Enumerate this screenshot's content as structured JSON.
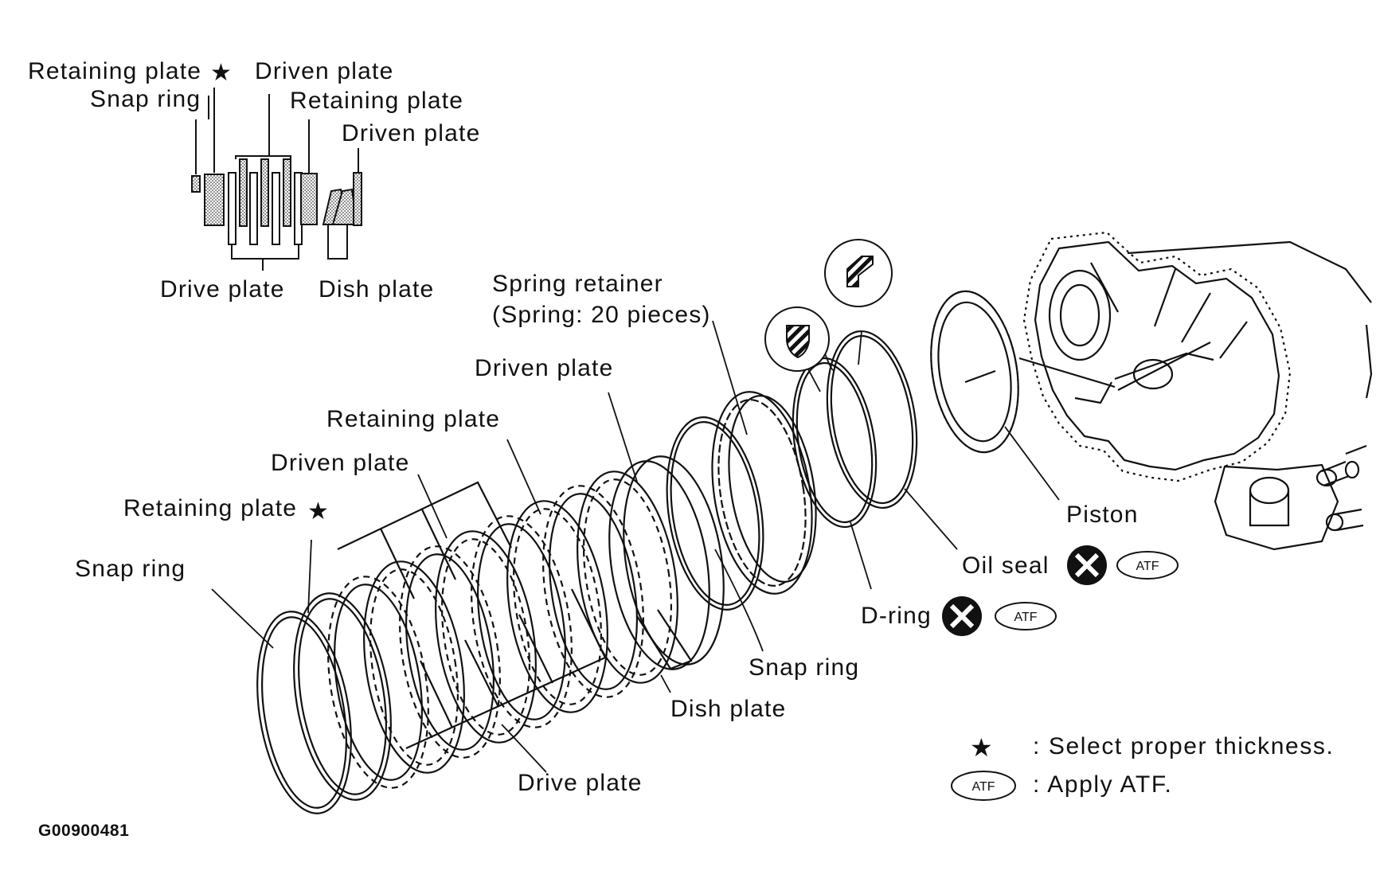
{
  "inset": {
    "labels": {
      "retaining_plate_top": "Retaining plate",
      "driven_plate_top": "Driven plate",
      "snap_ring": "Snap ring",
      "retaining_plate_right": "Retaining plate",
      "driven_plate_right": "Driven plate",
      "drive_plate": "Drive plate",
      "dish_plate": "Dish plate"
    }
  },
  "main": {
    "labels": {
      "spring_retainer_1": "Spring retainer",
      "spring_retainer_2": "(Spring: 20 pieces)",
      "driven_plate_a": "Driven plate",
      "retaining_plate_a": "Retaining plate",
      "driven_plate_b": "Driven plate",
      "retaining_plate_b": "Retaining plate",
      "snap_ring_left": "Snap ring",
      "piston": "Piston",
      "oil_seal": "Oil seal",
      "d_ring": "D-ring",
      "snap_ring_mid": "Snap ring",
      "dish_plate": "Dish plate",
      "drive_plate": "Drive plate"
    },
    "atf_badge": "ATF"
  },
  "legend": {
    "star_text": ": Select proper thickness.",
    "atf_text": ": Apply ATF.",
    "atf_badge": "ATF"
  },
  "figure_code": "G00900481",
  "icons": [
    "star-icon",
    "do-not-reuse-icon",
    "atf-icon",
    "apply-petroleum-jelly-icon",
    "apply-sealant-icon"
  ]
}
